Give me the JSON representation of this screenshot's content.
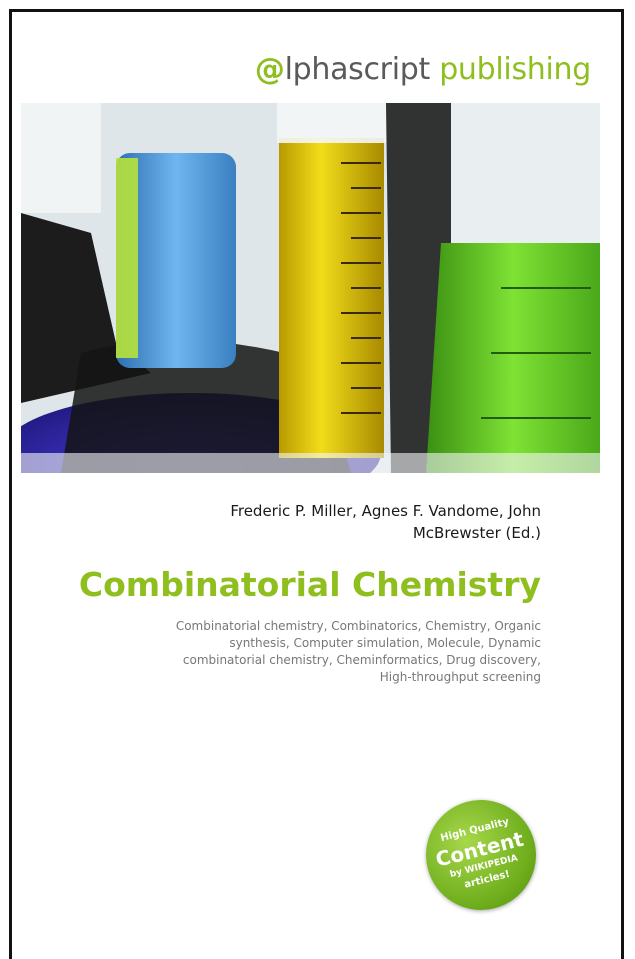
{
  "publisher": {
    "at_glyph": "@",
    "name_rest": "lphascript",
    "name_second": " publishing"
  },
  "book": {
    "authors_line1": "Frederic P. Miller, Agnes F. Vandome, John",
    "authors_line2": "McBrewster (Ed.)",
    "title": "Combinatorial Chemistry",
    "subtitle_lines": [
      "Combinatorial chemistry, Combinatorics, Chemistry, Organic",
      "synthesis, Computer simulation, Molecule, Dynamic",
      "combinatorial chemistry, Cheminformatics, Drug discovery,",
      "High-throughput screening"
    ]
  },
  "badge": {
    "line1": "High Quality",
    "line2": "Content",
    "line3": "by WIKIPEDIA",
    "line4": "articles!"
  },
  "colors": {
    "accent_green": "#8fbf1f",
    "text_dark": "#1a1a1a",
    "text_gray": "#777777",
    "border": "#111111"
  }
}
